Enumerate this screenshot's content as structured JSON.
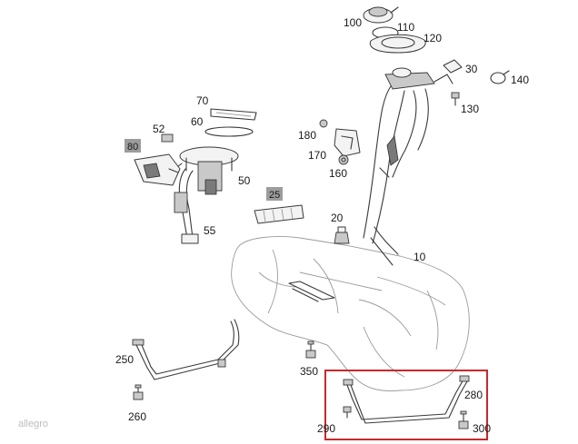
{
  "parts": {
    "p10": "10",
    "p20": "20",
    "p25": "25",
    "p30": "30",
    "p50": "50",
    "p52": "52",
    "p55": "55",
    "p60": "60",
    "p70": "70",
    "p80": "80",
    "p100": "100",
    "p110": "110",
    "p120": "120",
    "p130": "130",
    "p140": "140",
    "p160": "160",
    "p170": "170",
    "p180": "180",
    "p250": "250",
    "p260": "260",
    "p280": "280",
    "p290": "290",
    "p300": "300",
    "p350": "350"
  },
  "watermark": "allegro",
  "colors": {
    "highlight_box": "#c8282d",
    "label_box_fill": "#9c9c9c",
    "line": "#3a3a3a"
  }
}
